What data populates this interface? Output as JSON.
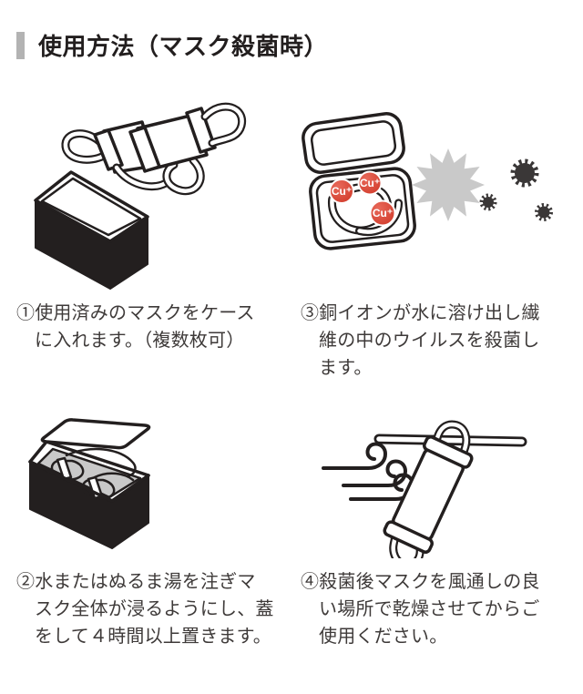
{
  "header": {
    "title": "使用方法（マスク殺菌時）"
  },
  "steps": [
    {
      "number": "①",
      "figure": "used-masks-into-case",
      "caption_lines": [
        "①使用済みのマスクをケース",
        "に入れます。（複数枚可）"
      ]
    },
    {
      "number": "③",
      "figure": "copper-ions-sterilize-virus",
      "ion_label": "Cu⁺",
      "caption_lines": [
        "③銅イオンが水に溶け出し繊",
        "維の中のウイルスを殺菌し",
        "ます。"
      ]
    },
    {
      "number": "②",
      "figure": "soak-masks-close-lid",
      "caption_lines": [
        "②水またはぬるま湯を注ぎマ",
        "スク全体が浸るようにし、蓋",
        "をして４時間以上置きます。"
      ]
    },
    {
      "number": "④",
      "figure": "dry-mask-in-ventilated-place",
      "caption_lines": [
        "④殺菌後マスクを風通しの良",
        "い場所で乾燥させてからご",
        "使用ください。"
      ]
    }
  ],
  "colors": {
    "accent_bar": "#b3b3b3",
    "line_art": "#231f1f",
    "copper_ion_red": "#d9473b",
    "starburst_gray": "#c9c9c9",
    "virus_dark": "#3a3737",
    "water_gray": "#c9c9c9"
  }
}
